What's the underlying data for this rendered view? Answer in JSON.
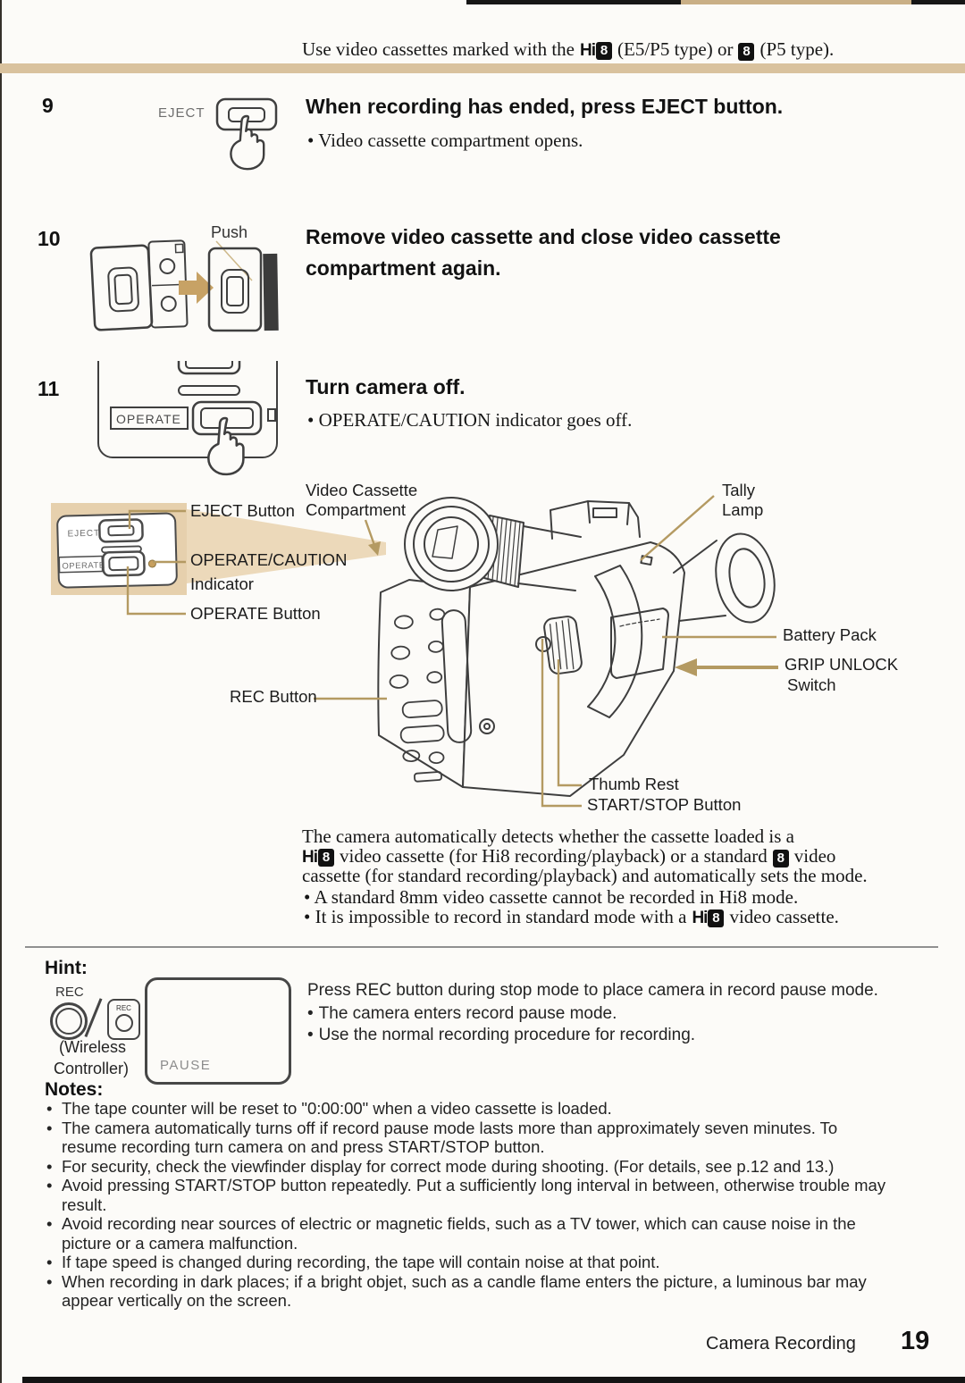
{
  "header": {
    "pre": "Use video cassettes marked with the",
    "mid": "(E5/P5 type) or",
    "post": "(P5 type)."
  },
  "logos": {
    "hi": "Hi",
    "eight": "8"
  },
  "steps": [
    {
      "num": "9",
      "icon_label": "EJECT",
      "title": "When recording has ended, press EJECT button.",
      "bullet": "Video cassette compartment opens."
    },
    {
      "num": "10",
      "push_label": "Push",
      "title_line1": "Remove video cassette and close video cassette",
      "title_line2": "compartment again."
    },
    {
      "num": "11",
      "icon_label": "OPERATE",
      "title": "Turn camera off.",
      "bullet": "OPERATE/CAUTION indicator goes off."
    }
  ],
  "diagram": {
    "inset": {
      "eject_label": "EJECT",
      "operate_label": "OPERATE"
    },
    "labels": {
      "vcc1": "Video Cassette",
      "vcc2": "Compartment",
      "eject": "EJECT Button",
      "oc1": "OPERATE/CAUTION",
      "oc2": "Indicator",
      "operate": "OPERATE Button",
      "rec": "REC Button",
      "tally1": "Tally",
      "tally2": "Lamp",
      "battery": "Battery Pack",
      "grip1": "GRIP UNLOCK",
      "grip2": "Switch",
      "thumb": "Thumb Rest",
      "startstop": "START/STOP Button"
    }
  },
  "paragraph": {
    "line1": "The camera automatically detects whether the cassette loaded is a",
    "line2a": "video cassette (for Hi8 recording/playback) or a standard",
    "line2b": "video",
    "line3": "cassette (for standard recording/playback) and automatically sets the mode.",
    "bullet1": "A standard 8mm video cassette cannot be recorded in Hi8 mode.",
    "bullet2a": "It is impossible to record in standard mode with a",
    "bullet2b": "video cassette."
  },
  "hint": {
    "heading": "Hint:",
    "rec_label": "REC",
    "rec_button_label": "REC",
    "wireless1": "(Wireless",
    "wireless2": "Controller)",
    "pause_label": "PAUSE",
    "intro": "Press REC button during stop mode to place camera in record pause mode.",
    "bullet1": "The camera enters record pause mode.",
    "bullet2": "Use the normal recording procedure for recording."
  },
  "notes": {
    "heading": "Notes:",
    "items": [
      [
        "The tape counter will be reset to \"0:00:00\" when a video cassette is loaded."
      ],
      [
        "The camera automatically turns off if record pause mode lasts more than approximately seven minutes. To",
        "resume recording turn camera on and press START/STOP button."
      ],
      [
        "For security, check the viewfinder display for correct mode during shooting. (For details, see p.12 and 13.)"
      ],
      [
        "Avoid pressing START/STOP button repeatedly. Put a sufficiently long interval in between, otherwise trouble may",
        "result."
      ],
      [
        "Avoid recording near sources of electric or magnetic fields, such as a TV tower, which can cause noise in the",
        "picture or a camera malfunction."
      ],
      [
        "If tape speed is changed during recording, the tape will contain noise at that point."
      ],
      [
        "When recording in dark places; if a bright objet, such as a candle flame enters the picture, a luminous bar may",
        "appear vertically on the screen."
      ]
    ]
  },
  "footer": {
    "section": "Camera Recording",
    "page": "19"
  }
}
